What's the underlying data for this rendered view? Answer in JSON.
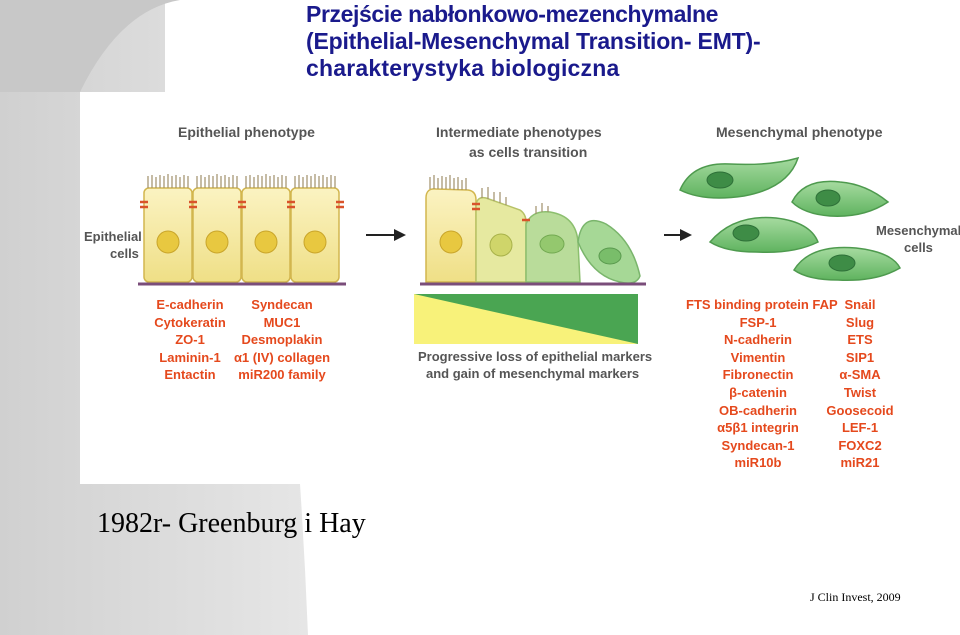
{
  "slide": {
    "title_lines": [
      "Przejście nabłonkowo-mezenchymalne",
      "(Epithelial-Mesenchymal Transition- EMT)-",
      "charakterystyka biologiczna"
    ],
    "footer": "1982r- Greenburg i Hay",
    "citation": "J Clin Invest, 2009",
    "colors": {
      "title": "#1a1a8c",
      "markers": "#e5491d",
      "labels": "#555555",
      "cell_yellow": "#f4e89a",
      "cell_green": "#7cc47a"
    }
  },
  "figure": {
    "headers": {
      "epithelial": "Epithelial phenotype",
      "intermediate_line1": "Intermediate phenotypes",
      "intermediate_line2": "as cells transition",
      "mesenchymal": "Mesenchymal phenotype"
    },
    "side_labels": {
      "epithelial_line1": "Epithelial",
      "epithelial_line2": "cells",
      "mesenchymal_line1": "Mesenchymal",
      "mesenchymal_line2": "cells"
    },
    "gradient_caption_line1": "Progressive loss of epithelial markers",
    "gradient_caption_line2": "and gain of mesenchymal markers",
    "epithelial_markers_col1": [
      "E-cadherin",
      "Cytokeratin",
      "ZO-1",
      "Laminin-1",
      "Entactin"
    ],
    "epithelial_markers_col2": [
      "Syndecan",
      "MUC1",
      "Desmoplakin",
      "α1 (IV) collagen",
      "miR200 family"
    ],
    "mesenchymal_markers_col1": [
      "FTS binding protein FAP",
      "FSP-1",
      "N-cadherin",
      "Vimentin",
      "Fibronectin",
      "β-catenin",
      "OB-cadherin",
      "α5β1 integrin",
      "Syndecan-1",
      "miR10b"
    ],
    "mesenchymal_markers_col2": [
      "Snail",
      "Slug",
      "ETS",
      "SIP1",
      "α-SMA",
      "Twist",
      "Goosecoid",
      "LEF-1",
      "FOXC2",
      "miR21"
    ],
    "icons": [
      "right-arrow-icon",
      "right-arrow-icon"
    ]
  }
}
